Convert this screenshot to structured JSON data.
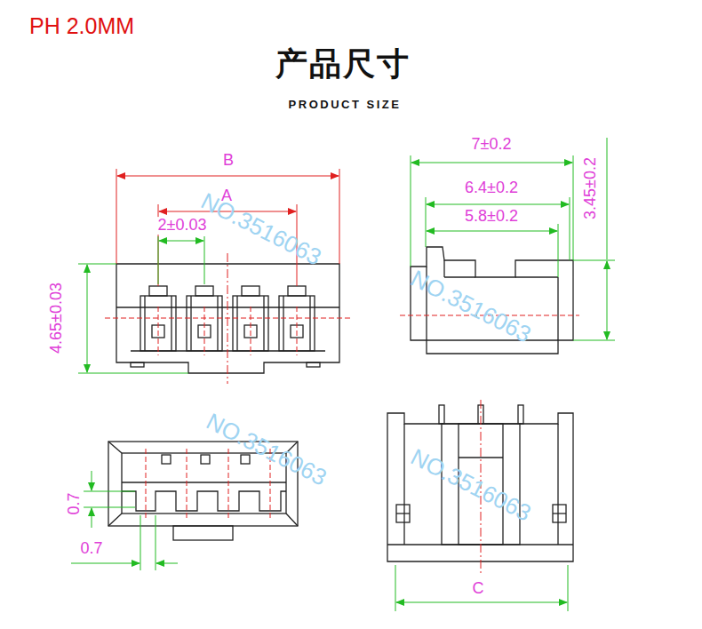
{
  "diagram": {
    "title": "产品尺寸",
    "labels": [
      "PH 2.0MM",
      "PRODUCT SIZE",
      "B",
      "A",
      "2±0.03",
      "4.65±0.03",
      "7±0.2",
      "6.4±0.2",
      "5.8±0.2",
      "3.45±0.2",
      "0.7",
      "0.7",
      "C",
      "NO.3516063",
      "NO.3516063",
      "NO.3516063",
      "NO.3516063"
    ]
  }
}
